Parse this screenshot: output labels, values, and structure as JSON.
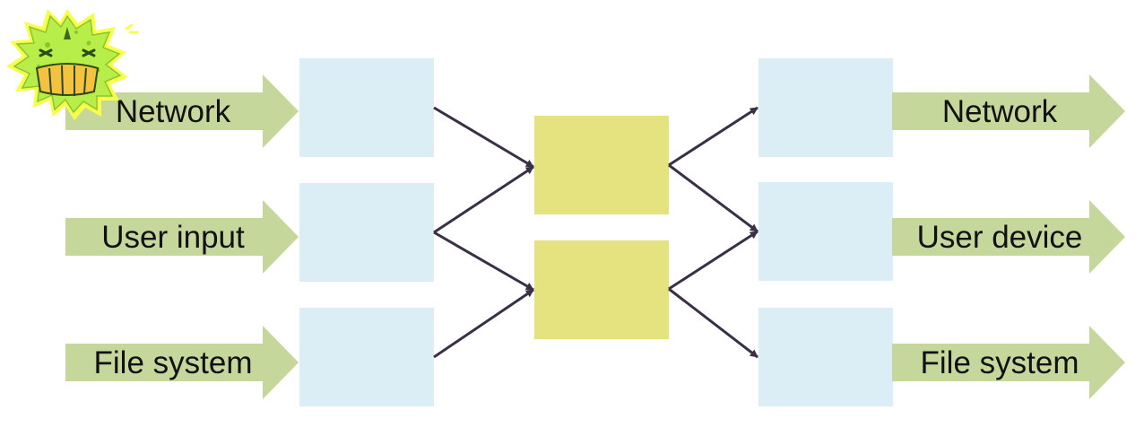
{
  "inputs": [
    {
      "label": "Network"
    },
    {
      "label": "User input"
    },
    {
      "label": "File system"
    }
  ],
  "outputs": [
    {
      "label": "Network"
    },
    {
      "label": "User device"
    },
    {
      "label": "File system"
    }
  ],
  "colors": {
    "arrow_fill": "#c6d79c",
    "source_box": "#dceef5",
    "middle_box": "#e4e37f",
    "sink_box": "#dceef5",
    "connector": "#3a3045",
    "virus_body": "#b8ee4a",
    "virus_outline": "#f7ff4c",
    "virus_mouth": "#f4c23e"
  },
  "icons": {
    "virus": "virus-icon"
  }
}
